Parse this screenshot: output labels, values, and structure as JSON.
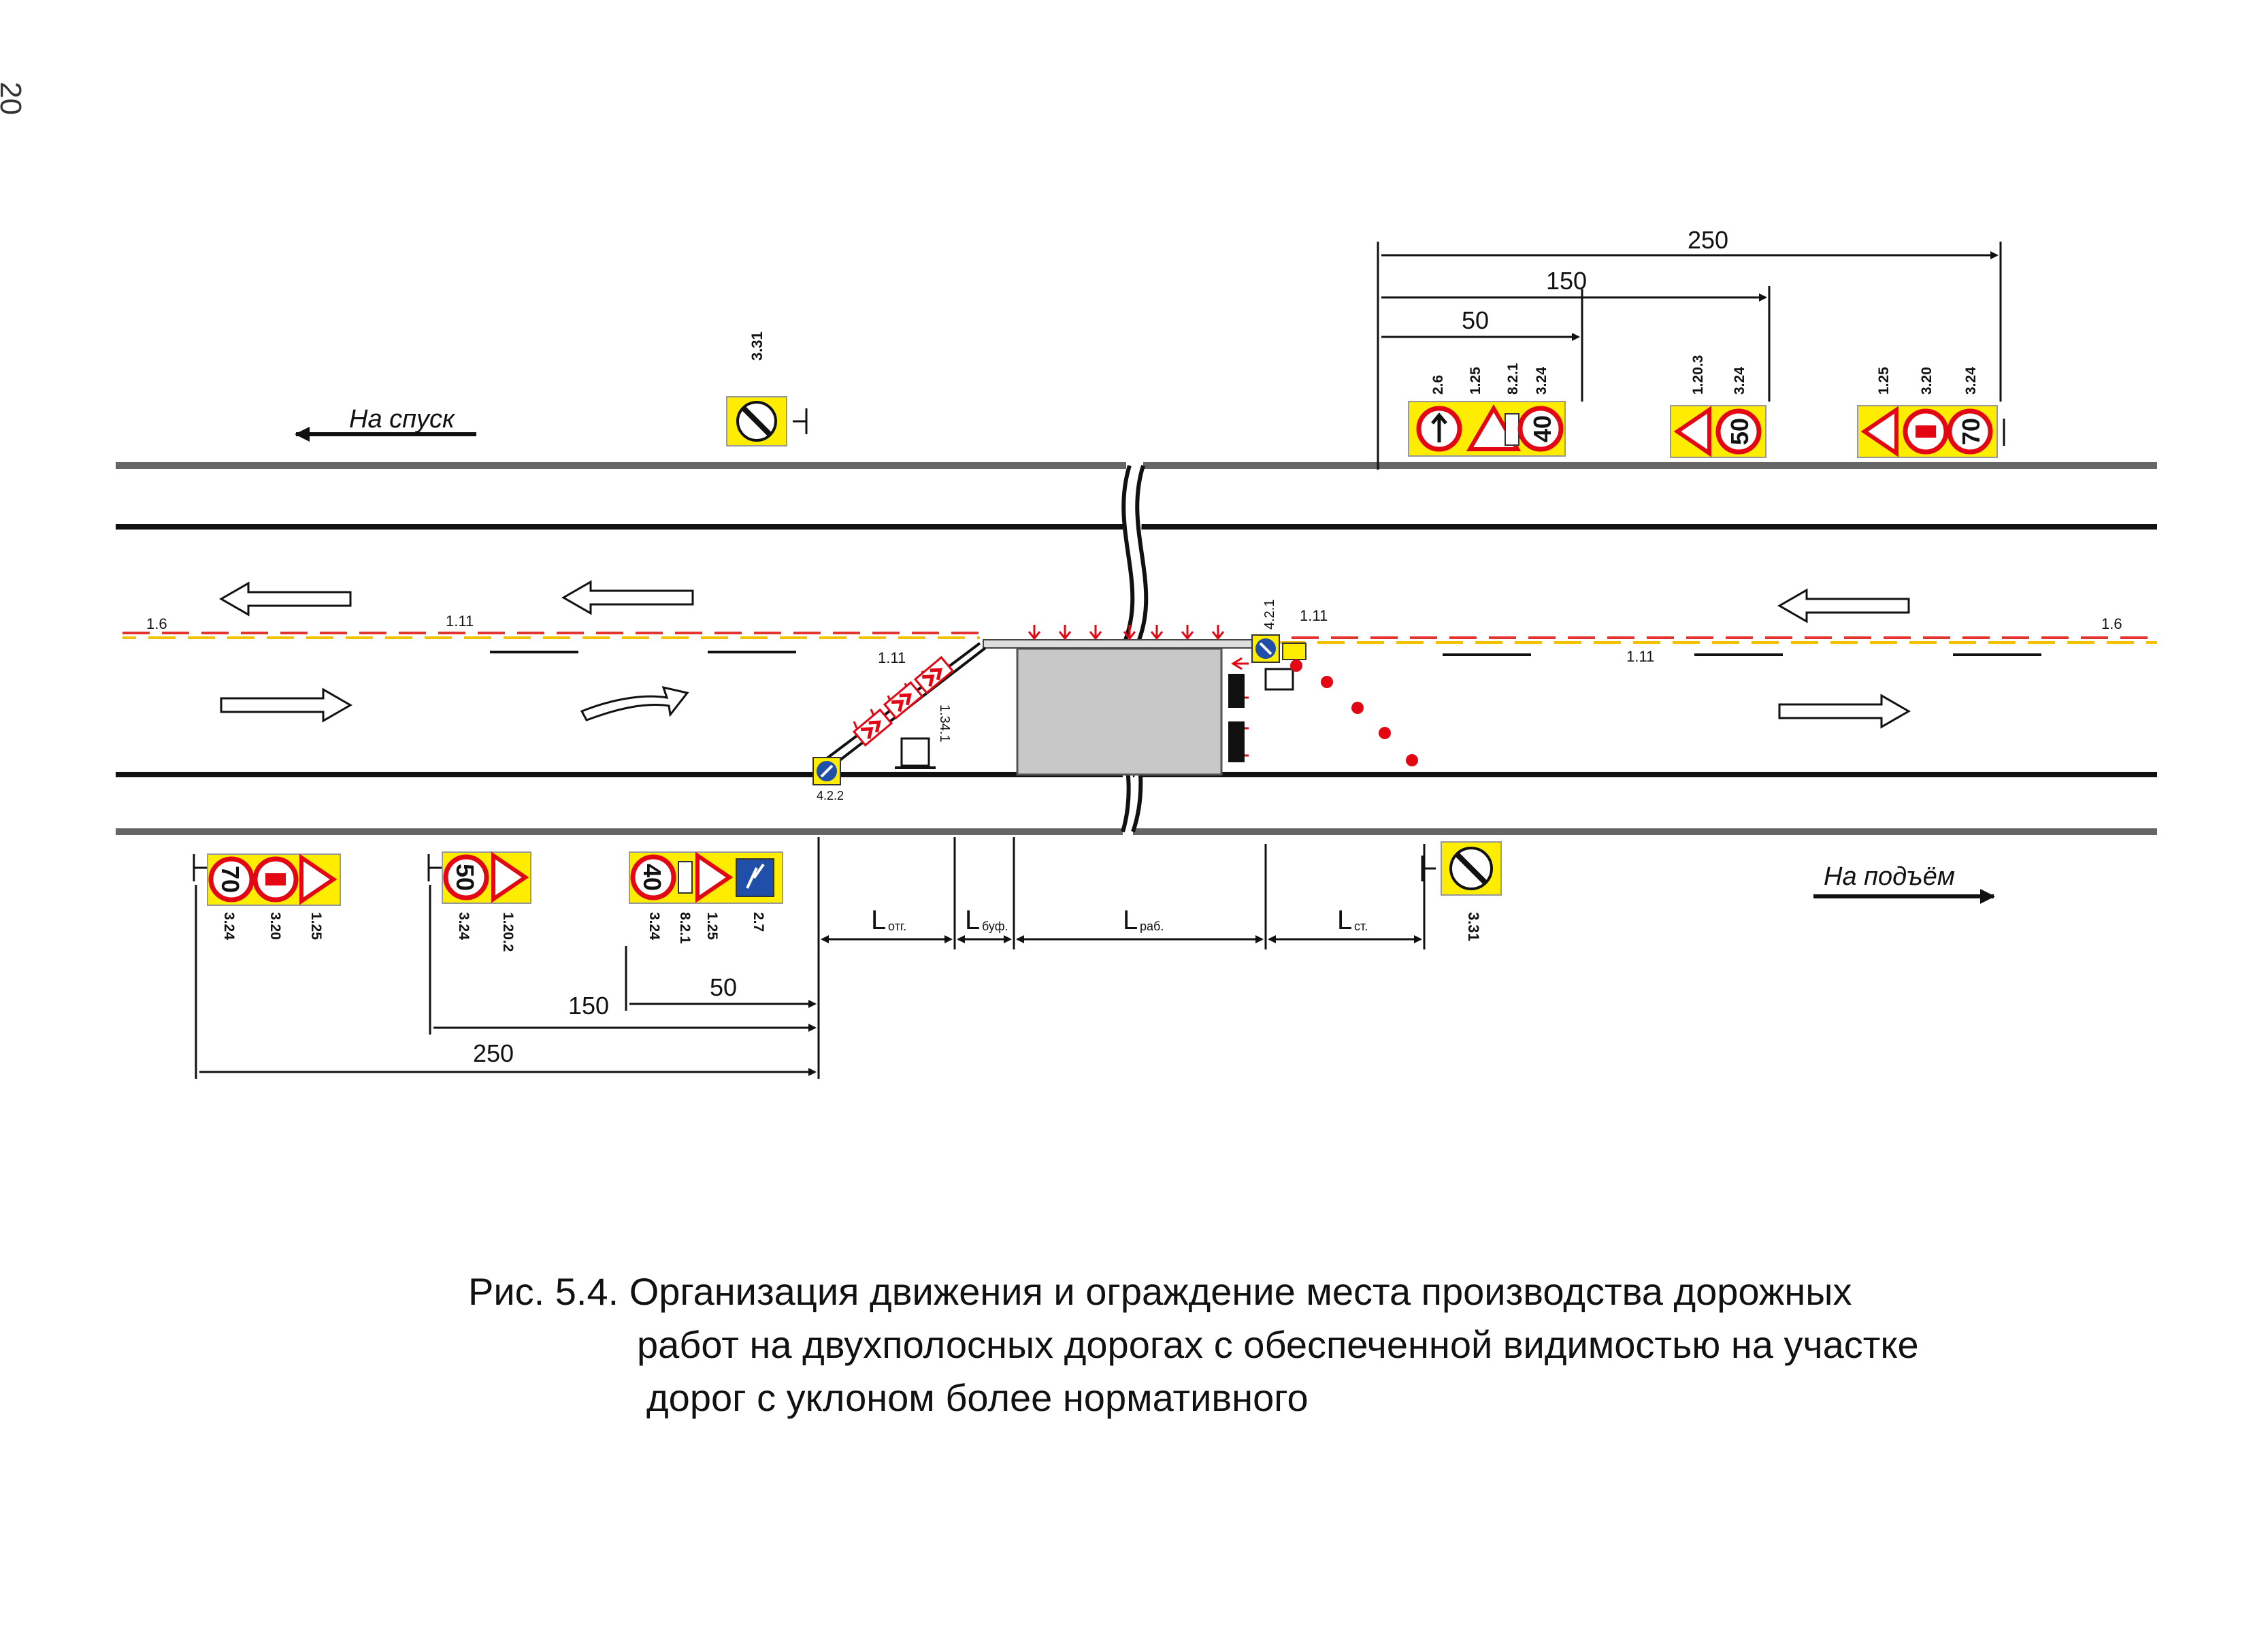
{
  "page_number": "20",
  "direction_down": "На спуск",
  "direction_up": "На подъём",
  "markings": {
    "m16_left": "1.6",
    "m16_right": "1.6",
    "m111_a": "1.11",
    "m111_b": "1.11",
    "m111_c": "1.11",
    "m111_d": "1.11",
    "m1341": "1.34.1"
  },
  "top_dims": {
    "d250": "250",
    "d150": "150",
    "d50": "50"
  },
  "bottom_dims": {
    "d250": "250",
    "d150": "150",
    "d50": "50"
  },
  "lengths": {
    "l_otg": "отг.",
    "l_buf": "буф.",
    "l_rab": "раб.",
    "l_st": "ст.",
    "letter": "L"
  },
  "top_sign_groups": [
    {
      "labels": [
        "2.6",
        "1.25",
        "8.2.1",
        "3.24"
      ],
      "speed": "40"
    },
    {
      "labels": [
        "1.20.3",
        "3.24"
      ],
      "speed": "50"
    },
    {
      "labels": [
        "1.25",
        "3.20",
        "3.24"
      ],
      "speed": "70"
    }
  ],
  "bottom_sign_groups": [
    {
      "labels": [
        "3.24",
        "3.20",
        "1.25"
      ],
      "speed": "70"
    },
    {
      "labels": [
        "3.24",
        "1.20.2"
      ],
      "speed": "50"
    },
    {
      "labels": [
        "3.24",
        "8.2.1",
        "1.25",
        "2.7"
      ],
      "speed": "40"
    }
  ],
  "sign_331_top": "3.31",
  "sign_331_bottom": "3.31",
  "sign_421": "4.2.1",
  "sign_422": "4.2.2",
  "caption": {
    "line1": "Рис. 5.4. Организация движения и ограждение места производства дорожных",
    "line2": "работ на двухполосных дорогах с обеспеченной видимостью на участке",
    "line3": "дорог с уклоном более нормативного"
  },
  "colors": {
    "sign_yellow": "#ffed00",
    "sign_red": "#e30613",
    "sign_blue": "#1f4fa8",
    "marking_red": "#e3342f",
    "marking_yellow": "#f2c200",
    "work_zone": "#c8c8c8"
  }
}
